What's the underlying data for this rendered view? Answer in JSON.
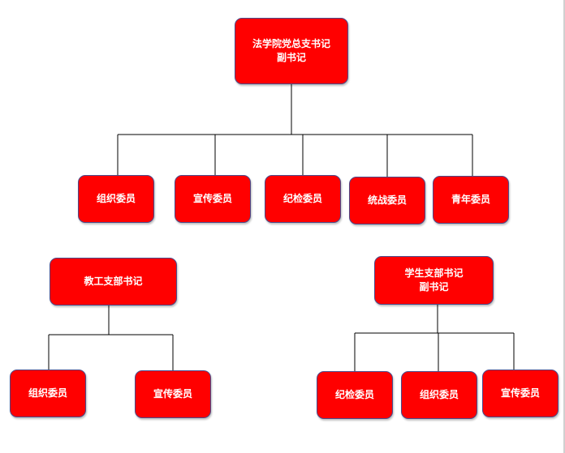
{
  "colors": {
    "node_fill": "#ff0000",
    "node_border": "#4a4a8a",
    "text": "#ffffff",
    "line": "#000000"
  },
  "top": {
    "line1": "法学院党总支书记",
    "line2": "副书记"
  },
  "committee": [
    "组织委员",
    "宣传委员",
    "纪检委员",
    "统战委员",
    "青年委员"
  ],
  "faculty_branch": {
    "title": "教工支部书记",
    "members": [
      "组织委员",
      "宣传委员"
    ]
  },
  "student_branch": {
    "line1": "学生支部书记",
    "line2": "副书记",
    "members": [
      "纪检委员",
      "组织委员",
      "宣传委员"
    ]
  }
}
